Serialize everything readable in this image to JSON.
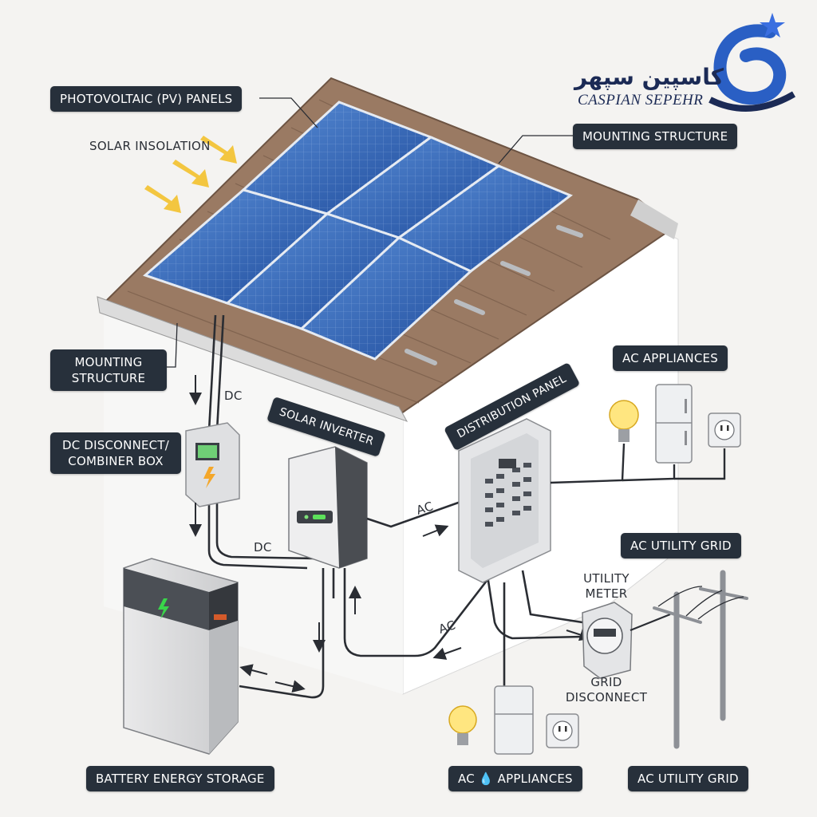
{
  "brand": {
    "name_fa": "کاسپین سپهر",
    "name_en": "CASPIAN SEPEHR",
    "colors": {
      "navy": "#1b2a55",
      "blue": "#2a5fc4",
      "star": "#3b6fe0"
    }
  },
  "labels": {
    "pv_panels": "PHOTOVOLTAIC (PV) PANELS",
    "solar_insolation": "SOLAR INSOLATION",
    "mounting_structure_top": "MOUNTING STRUCTURE",
    "mounting_structure_left": "MOUNTING STRUCTURE",
    "dc_disconnect": "DC DISCONNECT/ COMBINER BOX",
    "solar_inverter": "SOLAR INVERTER",
    "distribution_panel": "DISTRIBUTION PANEL",
    "ac_appliances_top": "AC APPLIANCES",
    "ac_utility_grid_top": "AC UTILITY GRID",
    "utility_meter": "UTILITY METER",
    "grid_disconnect": "GRID DISCONNECT",
    "battery_storage": "BATTERY ENERGY STORAGE",
    "ac_appliances_bottom": "AC 💧 APPLIANCES",
    "ac_utility_grid_bottom": "AC UTILITY GRID"
  },
  "wire_labels": {
    "dc_top": "DC",
    "dc_bottom": "DC",
    "ac_inverter": "AC",
    "ac_return": "AC"
  },
  "palette": {
    "panel": "#2f5fb0",
    "roof": "#9a7a63",
    "label_bg": "#27303b",
    "sun_arrow": "#f3c640",
    "battery_led": "#39d44a"
  },
  "icons": [
    "sun-arrow-icon",
    "lightning-icon",
    "lightbulb-icon",
    "refrigerator-icon",
    "outlet-icon",
    "utility-pole-icon",
    "meter-icon",
    "brand-logo-icon"
  ]
}
